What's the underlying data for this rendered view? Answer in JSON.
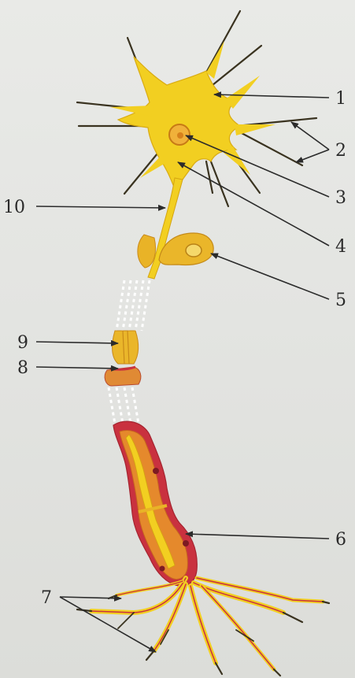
{
  "figure": {
    "colors": {
      "cytoplasm": "#f2cf21",
      "cytoplasm_dark": "#d7a90e",
      "nucleus": "#f0b13a",
      "myelin": "#e2842a",
      "schwann": "#c9313f",
      "line": "#2b2b2b"
    },
    "labels": [
      {
        "id": "1",
        "text": "1"
      },
      {
        "id": "2",
        "text": "2"
      },
      {
        "id": "3",
        "text": "3"
      },
      {
        "id": "4",
        "text": "4"
      },
      {
        "id": "5",
        "text": "5"
      },
      {
        "id": "6",
        "text": "6"
      },
      {
        "id": "7",
        "text": "7"
      },
      {
        "id": "8",
        "text": "8"
      },
      {
        "id": "9",
        "text": "9"
      },
      {
        "id": "10",
        "text": "10"
      }
    ]
  }
}
